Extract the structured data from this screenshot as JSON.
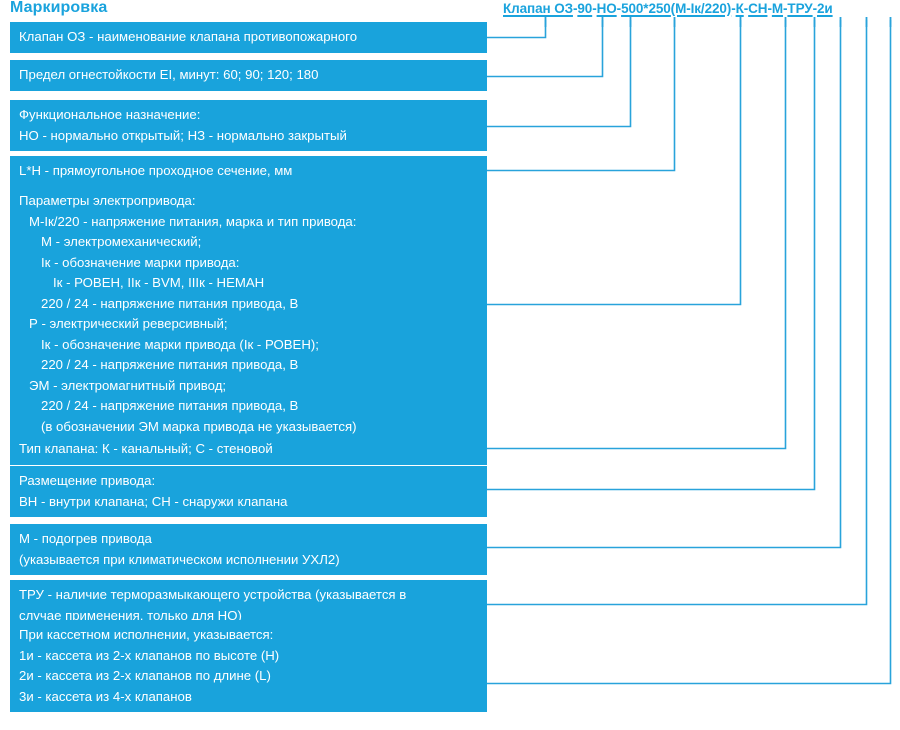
{
  "title": "Маркировка",
  "accent_color": "#19a3dc",
  "line_color": "#29a3db",
  "text_color": "#ffffff",
  "designation": {
    "full": "Клапан ОЗ-90-НО-500*250(М-Iк/220)-К-СН-М-ТРУ-2и",
    "segments": [
      {
        "text": "Клапан ОЗ",
        "sep": "-"
      },
      {
        "text": "90",
        "sep": "-"
      },
      {
        "text": "НО",
        "sep": "-"
      },
      {
        "text": "500*250",
        "sep": ""
      },
      {
        "text": "(М-Iк/220)",
        "sep": "-"
      },
      {
        "text": "К",
        "sep": "-"
      },
      {
        "text": "СН",
        "sep": "-"
      },
      {
        "text": "М",
        "sep": "-"
      },
      {
        "text": "ТРУ",
        "sep": "-"
      },
      {
        "text": "2и",
        "sep": ""
      }
    ]
  },
  "blocks": [
    {
      "id": "valve-name",
      "lines": [
        {
          "text": "Клапан ОЗ - наименование клапана противопожарного",
          "indent": 0
        }
      ]
    },
    {
      "id": "fire-resistance",
      "lines": [
        {
          "text": "Предел огнестойкости EI, минут: 60; 90; 120; 180",
          "indent": 0
        }
      ]
    },
    {
      "id": "functional-purpose",
      "lines": [
        {
          "text": "Функциональное назначение:",
          "indent": 0
        },
        {
          "text": "НО - нормально открытый; НЗ - нормально закрытый",
          "indent": 0
        }
      ]
    },
    {
      "id": "cross-section",
      "lines": [
        {
          "text": "L*H - прямоугольное проходное сечение, мм",
          "indent": 0
        }
      ]
    },
    {
      "id": "drive-parameters",
      "lines": [
        {
          "text": "Параметры электропривода:",
          "indent": 0
        },
        {
          "text": "М-Iк/220 - напряжение питания, марка и тип привода:",
          "indent": 1
        },
        {
          "text": "М - электромеханический;",
          "indent": 2
        },
        {
          "text": "Iк - обозначение марки привода:",
          "indent": 2
        },
        {
          "text": "Iк - РОВЕН, IIк - BVM, IIIк - НЕМАН",
          "indent": 3
        },
        {
          "text": "220 / 24 - напряжение питания привода, В",
          "indent": 2
        },
        {
          "text": "Р - электрический реверсивный;",
          "indent": 1
        },
        {
          "text": "Iк - обозначение марки привода (Iк - РОВЕН);",
          "indent": 2
        },
        {
          "text": "220 / 24 - напряжение питания привода, В",
          "indent": 2
        },
        {
          "text": "ЭМ - электромагнитный привод;",
          "indent": 1
        },
        {
          "text": "220 / 24 - напряжение питания привода, В",
          "indent": 2
        },
        {
          "text": "(в обозначении ЭМ марка привода не указывается)",
          "indent": 2
        }
      ]
    },
    {
      "id": "valve-type",
      "lines": [
        {
          "text": "Тип клапана: К - канальный; С - стеновой",
          "indent": 0
        }
      ]
    },
    {
      "id": "drive-placement",
      "lines": [
        {
          "text": "Размещение привода:",
          "indent": 0
        },
        {
          "text": "ВН - внутри клапана; СН - снаружи клапана",
          "indent": 0
        }
      ]
    },
    {
      "id": "drive-heating",
      "lines": [
        {
          "text": "М - подогрев привода",
          "indent": 0
        },
        {
          "text": "(указывается при климатическом исполнении УХЛ2)",
          "indent": 0
        }
      ]
    },
    {
      "id": "thermal-device",
      "lines": [
        {
          "text": "ТРУ - наличие терморазмыкающего устройства (указывается в",
          "indent": 0
        },
        {
          "text": "случае применения, только для НО)",
          "indent": 0
        }
      ]
    },
    {
      "id": "cassette-version",
      "lines": [
        {
          "text": "При кассетном исполнении, указывается:",
          "indent": 0
        },
        {
          "text": "1и - кассета из 2-х клапанов по высоте (H)",
          "indent": 0
        },
        {
          "text": "2и - кассета из 2-х клапанов по длине (L)",
          "indent": 0
        },
        {
          "text": "3и - кассета из 4-х клапанов",
          "indent": 0
        }
      ]
    }
  ]
}
